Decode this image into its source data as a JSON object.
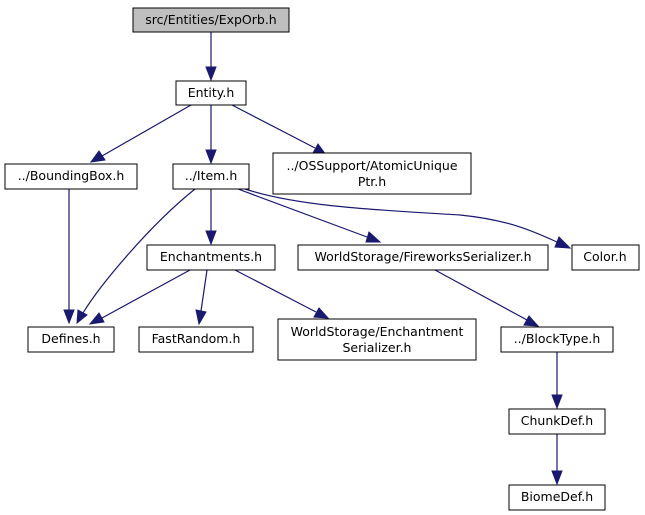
{
  "nodes": {
    "exporb": "src/Entities/ExpOrb.h",
    "entity": "Entity.h",
    "boundingbox": "../BoundingBox.h",
    "item": "../Item.h",
    "atomicunique_1": "../OSSupport/AtomicUnique",
    "atomicunique_2": "Ptr.h",
    "enchantments": "Enchantments.h",
    "fireworks": "WorldStorage/FireworksSerializer.h",
    "color": "Color.h",
    "defines": "Defines.h",
    "fastrandom": "FastRandom.h",
    "enchser_1": "WorldStorage/Enchantment",
    "enchser_2": "Serializer.h",
    "blocktype": "../BlockType.h",
    "chunkdef": "ChunkDef.h",
    "biomedef": "BiomeDef.h"
  },
  "edges": [
    [
      "exporb",
      "entity"
    ],
    [
      "entity",
      "boundingbox"
    ],
    [
      "entity",
      "item"
    ],
    [
      "entity",
      "atomicunique"
    ],
    [
      "boundingbox",
      "defines"
    ],
    [
      "item",
      "defines"
    ],
    [
      "item",
      "enchantments"
    ],
    [
      "item",
      "fireworks"
    ],
    [
      "item",
      "color"
    ],
    [
      "enchantments",
      "defines"
    ],
    [
      "enchantments",
      "fastrandom"
    ],
    [
      "enchantments",
      "enchser"
    ],
    [
      "fireworks",
      "blocktype"
    ],
    [
      "blocktype",
      "chunkdef"
    ],
    [
      "chunkdef",
      "biomedef"
    ]
  ],
  "colors": {
    "edge": "#191970",
    "root_fill": "#bfbfbf"
  }
}
